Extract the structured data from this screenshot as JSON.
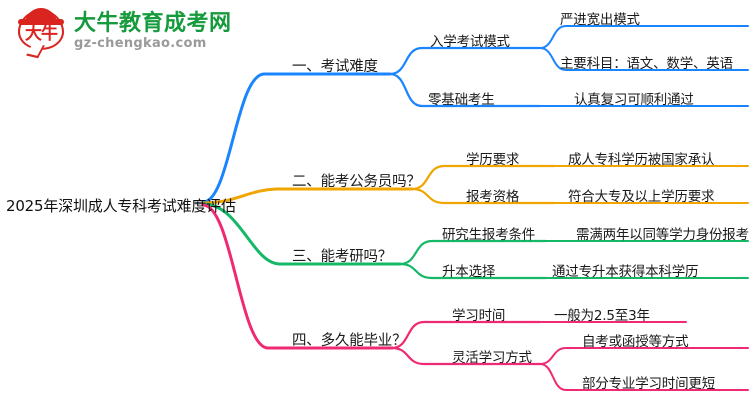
{
  "brand": {
    "logo_icon": "speech-bubble-logo-icon",
    "logo_glyph": "大牛",
    "title": "大牛教育成考网",
    "domain": "gz-chengkao.com",
    "color_green": "#159a3c",
    "color_red": "#d9241f"
  },
  "mindmap": {
    "root": "2025年深圳成人专科考试难度评估",
    "colors": {
      "blue": "#1a85ff",
      "orange": "#f0a500",
      "green": "#14b866",
      "pink": "#ef2a72"
    },
    "branches": [
      {
        "label": "一、考试难度",
        "color": "blue",
        "children": [
          {
            "label": "入学考试模式",
            "children": [
              {
                "label": "严进宽出模式"
              },
              {
                "label": "主要科目：语文、数学、英语"
              }
            ]
          },
          {
            "label": "零基础考生",
            "children": [
              {
                "label": "认真复习可顺利通过"
              }
            ]
          }
        ]
      },
      {
        "label": "二、能考公务员吗？",
        "color": "orange",
        "children": [
          {
            "label": "学历要求",
            "children": [
              {
                "label": "成人专科学历被国家承认"
              }
            ]
          },
          {
            "label": "报考资格",
            "children": [
              {
                "label": "符合大专及以上学历要求"
              }
            ]
          }
        ]
      },
      {
        "label": "三、能考研吗？",
        "color": "green",
        "children": [
          {
            "label": "研究生报考条件",
            "children": [
              {
                "label": "需满两年以同等学力身份报考"
              }
            ]
          },
          {
            "label": "升本选择",
            "children": [
              {
                "label": "通过专升本获得本科学历"
              }
            ]
          }
        ]
      },
      {
        "label": "四、多久能毕业？",
        "color": "pink",
        "children": [
          {
            "label": "学习时间",
            "children": [
              {
                "label": "一般为2.5至3年"
              }
            ]
          },
          {
            "label": "灵活学习方式",
            "children": [
              {
                "label": "自考或函授等方式"
              },
              {
                "label": "部分专业学习时间更短"
              }
            ]
          }
        ]
      }
    ]
  }
}
